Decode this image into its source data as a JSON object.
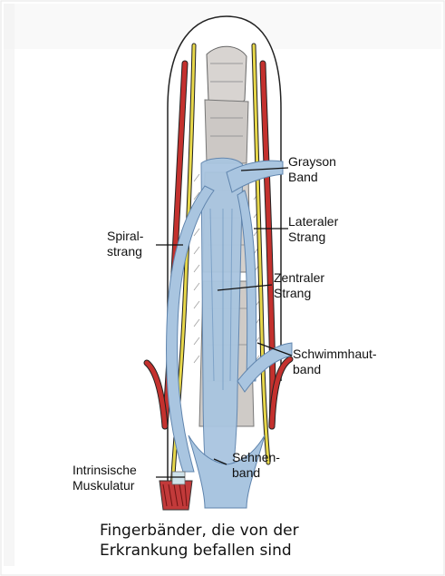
{
  "labels": {
    "grayson": [
      "Grayson",
      "Band"
    ],
    "lateral": [
      "Lateraler",
      "Strang"
    ],
    "spiral": [
      "Spiral-",
      "strang"
    ],
    "central": [
      "Zentraler",
      "Strang"
    ],
    "web": [
      "Schwimmhaut-",
      "band"
    ],
    "intrinsic": [
      "Intrinsische",
      "Muskulatur"
    ],
    "tendon": [
      "Sehnen-",
      "band"
    ]
  },
  "caption": {
    "line1": "Fingerbänder, die von der",
    "line2": "Erkrankung befallen sind"
  },
  "colors": {
    "band": "#a9c5e0",
    "band_dark": "#7fa3c8",
    "artery": "#c4312e",
    "nerve": "#e8d84a",
    "outline": "#222222",
    "bone": "#d6d2cf"
  }
}
